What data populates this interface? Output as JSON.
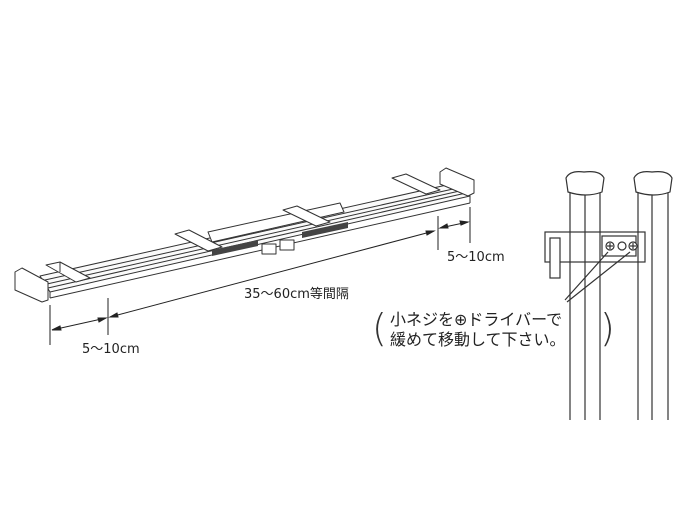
{
  "dimensions": {
    "end_gap_right": "5～10cm",
    "spacing": "35～60cm等間隔",
    "end_gap_left": "5～10cm"
  },
  "note": {
    "open_paren": "(",
    "line1": "小ネジを⊕ドライバーで",
    "line2": "緩めて移動して下さい。",
    "close_paren": ")"
  }
}
